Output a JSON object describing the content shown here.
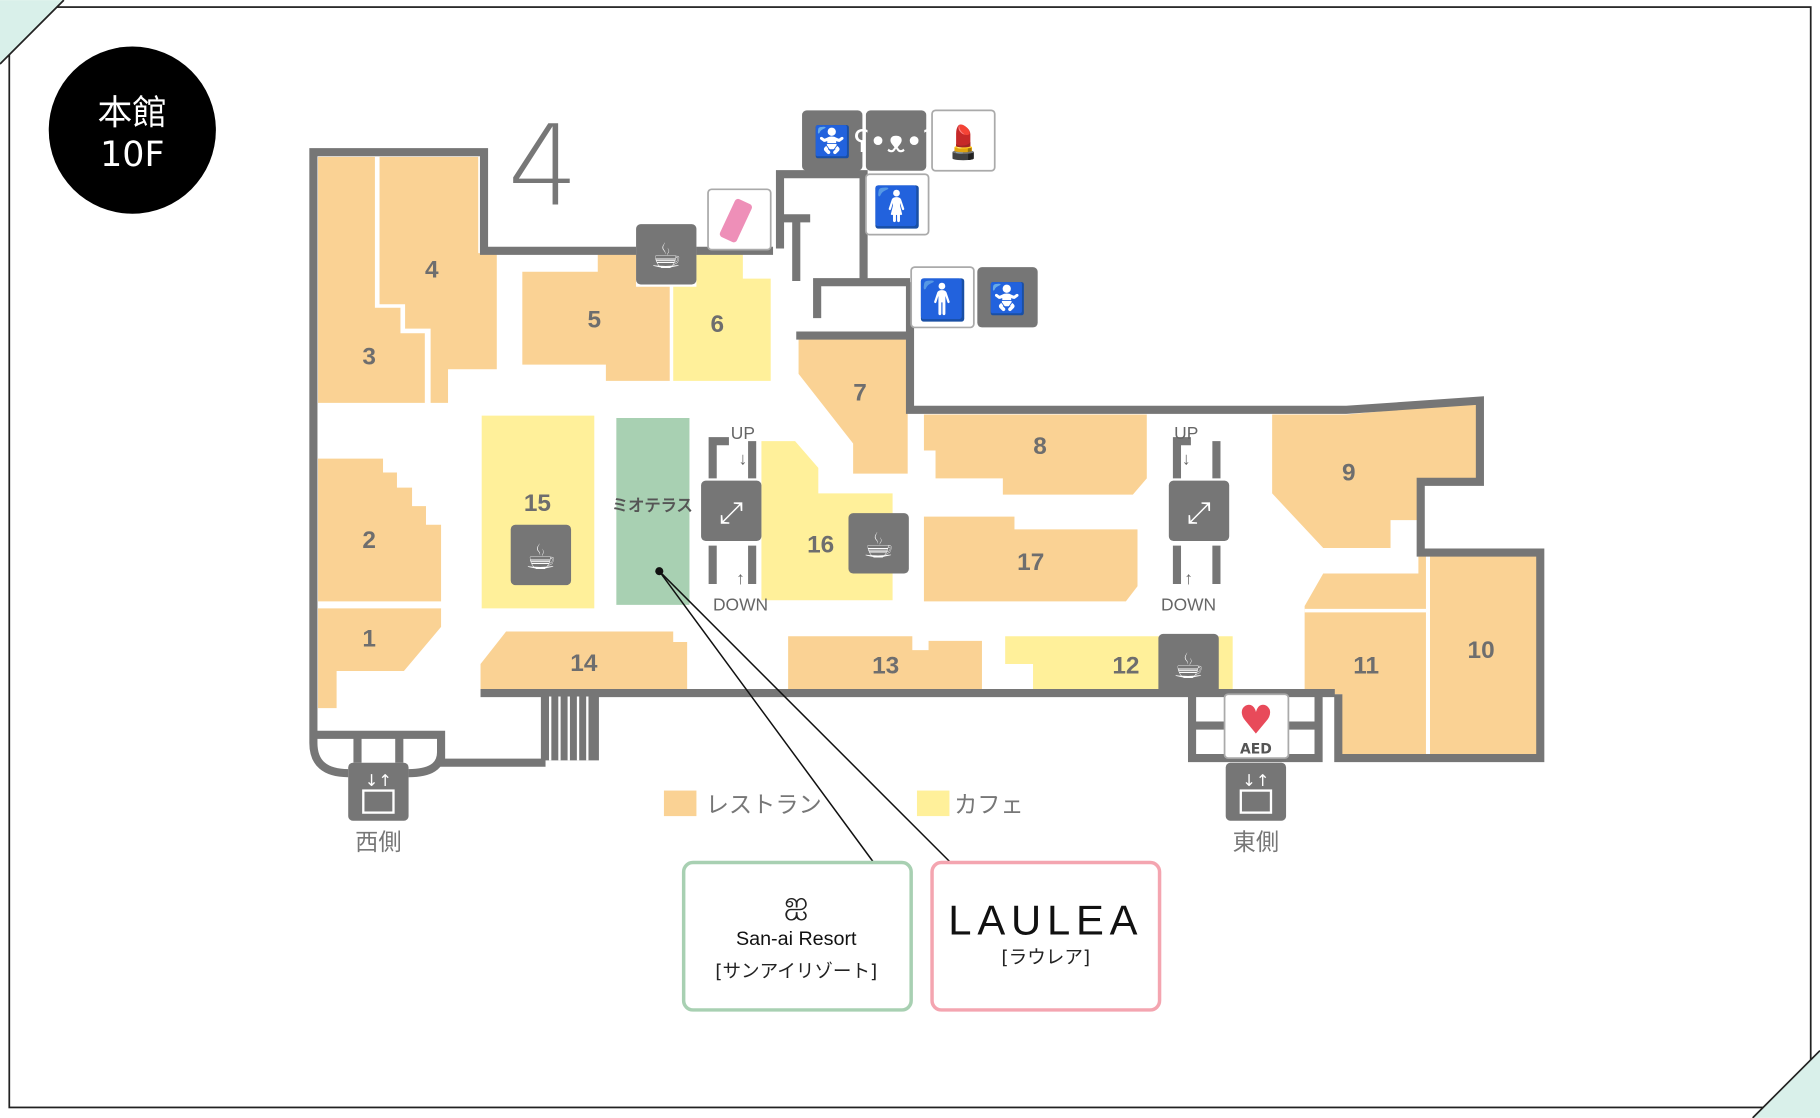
{
  "badge": {
    "building": "本館",
    "floor": "10F"
  },
  "compass_mark": "4",
  "shops": {
    "s1": "1",
    "s2": "2",
    "s3": "3",
    "s4": "4",
    "s5": "5",
    "s6": "6",
    "s7": "7",
    "s8": "8",
    "s9": "9",
    "s10": "10",
    "s11": "11",
    "s12": "12",
    "s13": "13",
    "s14": "14",
    "s15": "15",
    "s16": "16",
    "s17": "17"
  },
  "mioterasu": "ミオテラス",
  "escalators": [
    {
      "up": "UP",
      "down": "DOWN"
    },
    {
      "up": "UP",
      "down": "DOWN"
    }
  ],
  "aed_label": "AED",
  "elevators": {
    "west": "西側",
    "east": "東側"
  },
  "legend": {
    "restaurant": "レストラン",
    "cafe": "カフェ"
  },
  "colors": {
    "restaurant": "#FAD294",
    "cafe": "#FFF09A",
    "mioterasu": "#A8D0B2",
    "wall": "#767676",
    "sanai_border": "#A8D0B2",
    "laulea_border": "#F4A5B0"
  },
  "callouts": {
    "sanai": {
      "name": "San-ai Resort",
      "kana": "[サンアイリゾート]"
    },
    "laulea": {
      "name": "LAULEA",
      "kana": "[ラウレア]"
    }
  }
}
